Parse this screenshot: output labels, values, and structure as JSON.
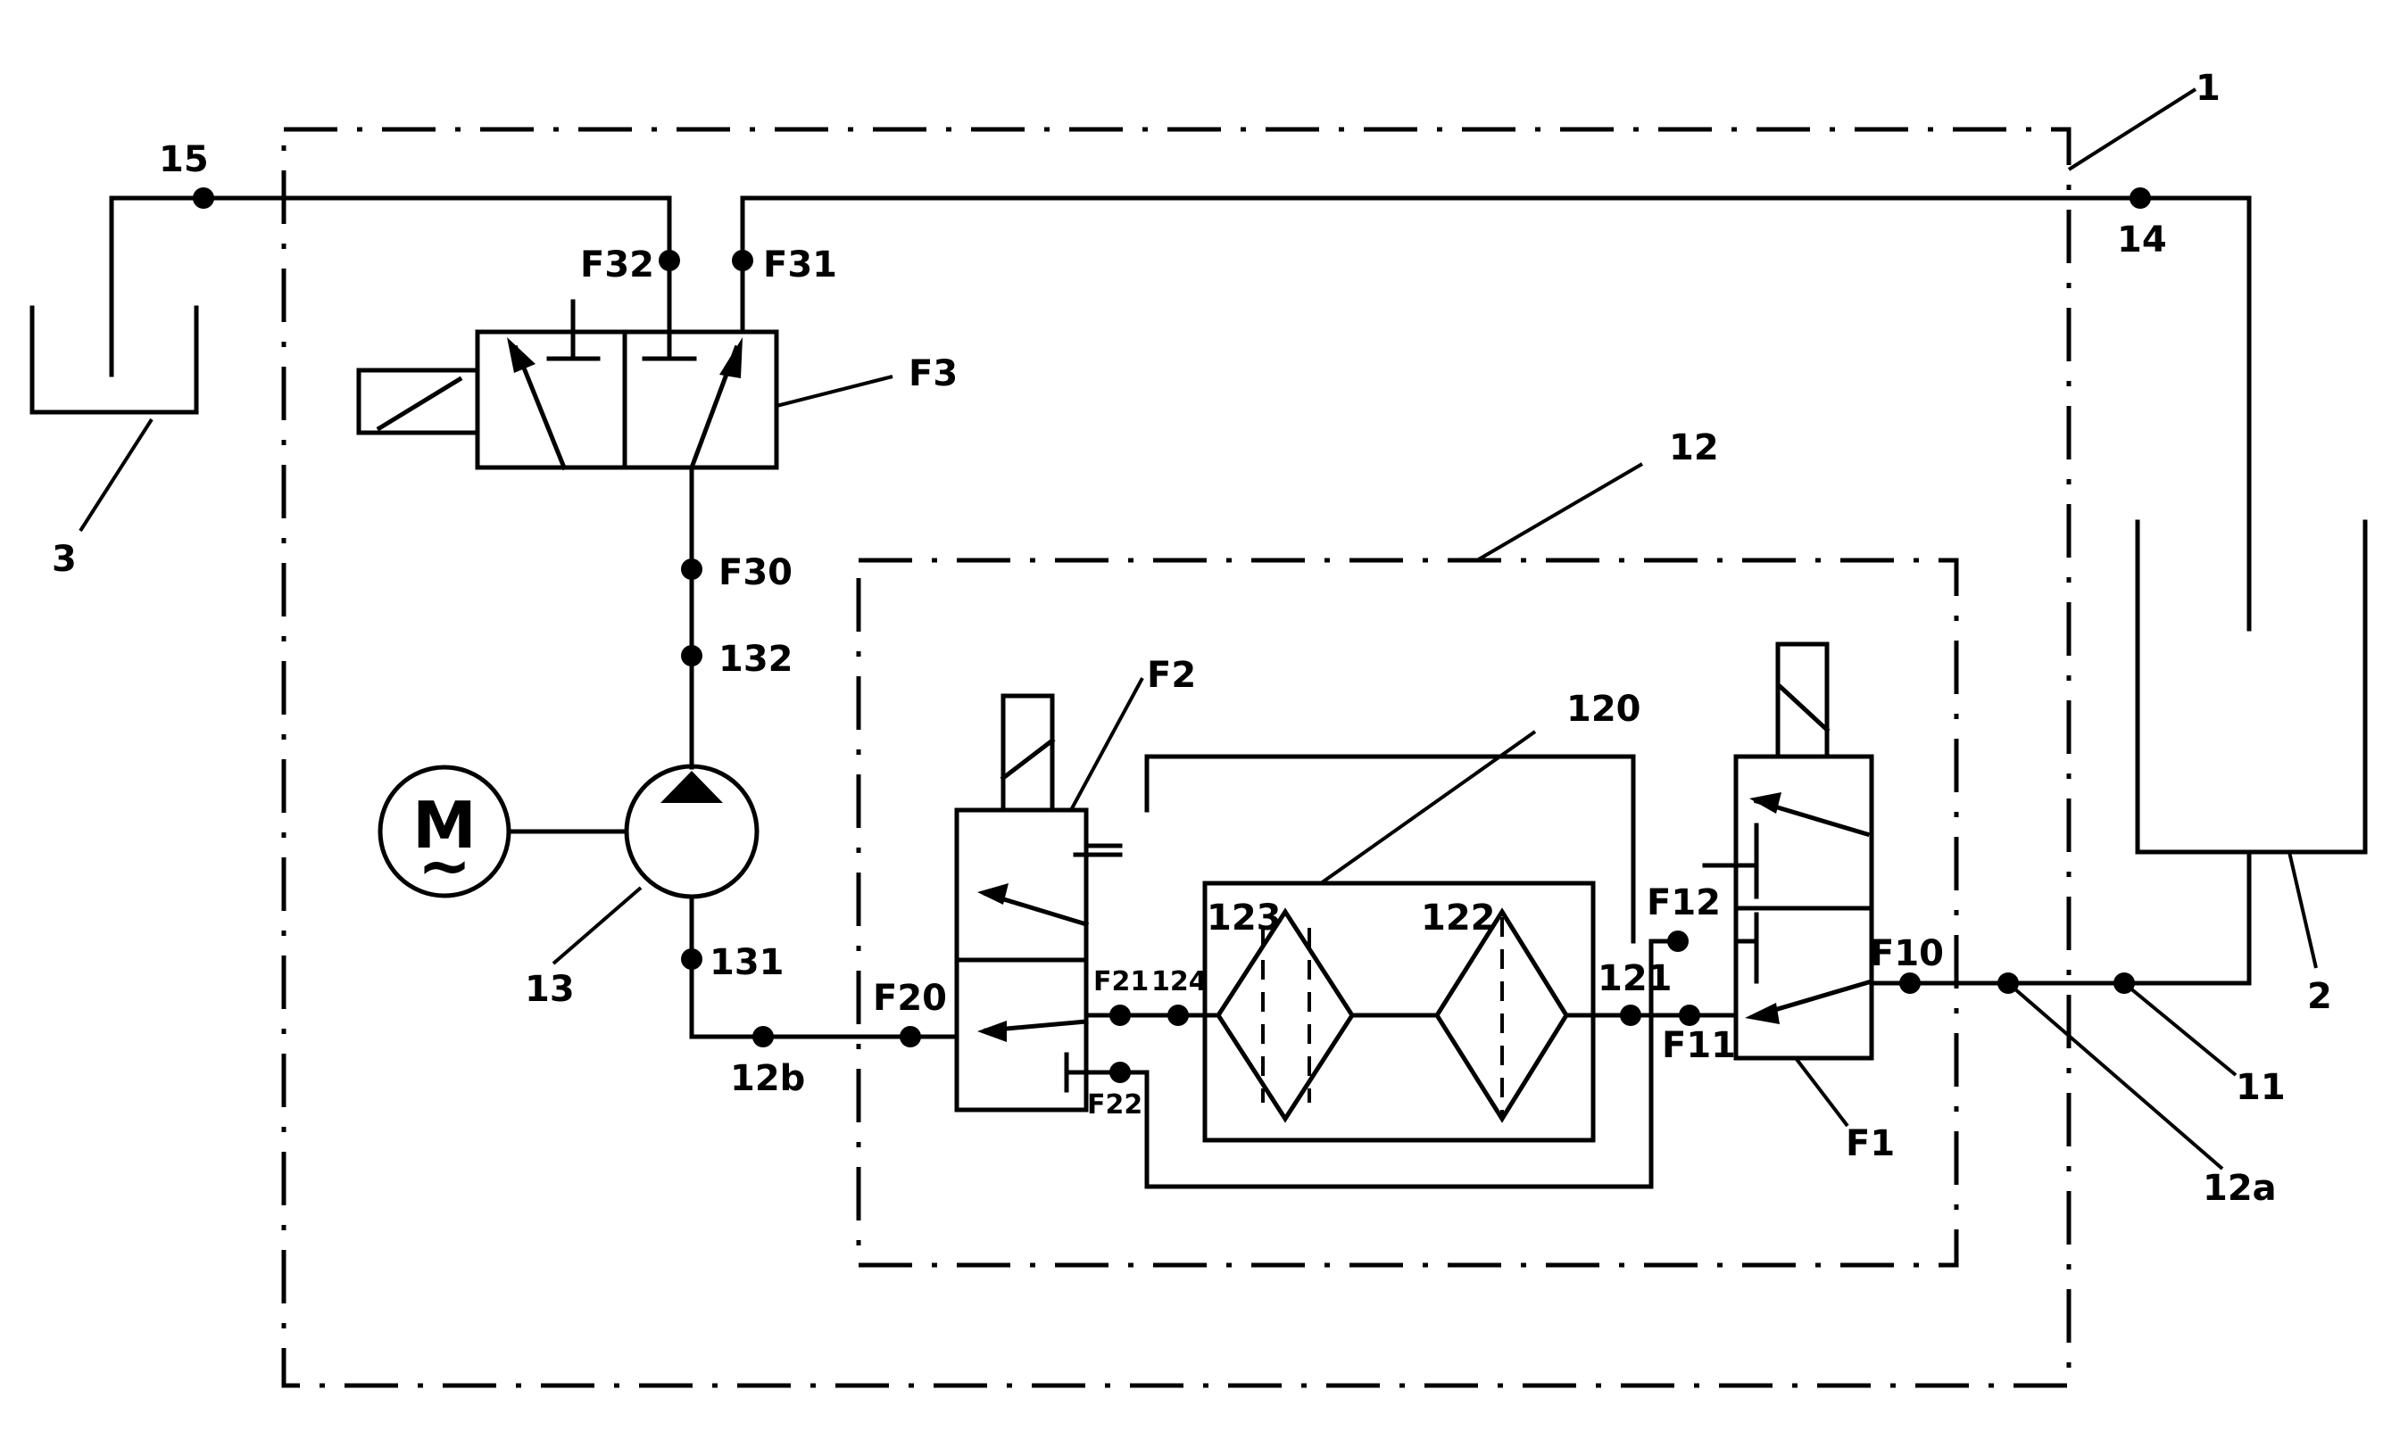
{
  "labels": {
    "l1": "1",
    "l2": "2",
    "l3": "3",
    "l11": "11",
    "l12": "12",
    "l12a": "12a",
    "l12b": "12b",
    "l13": "13",
    "l14": "14",
    "l15": "15",
    "l120": "120",
    "l121": "121",
    "l122": "122",
    "l123": "123",
    "l124": "124",
    "l131": "131",
    "l132": "132",
    "F1": "F1",
    "F2": "F2",
    "F3": "F3",
    "F10": "F10",
    "F11": "F11",
    "F12": "F12",
    "F20": "F20",
    "F21": "F21",
    "F22": "F22",
    "F30": "F30",
    "F31": "F31",
    "F32": "F32"
  },
  "motor": {
    "letter": "M",
    "tilde": "~"
  }
}
